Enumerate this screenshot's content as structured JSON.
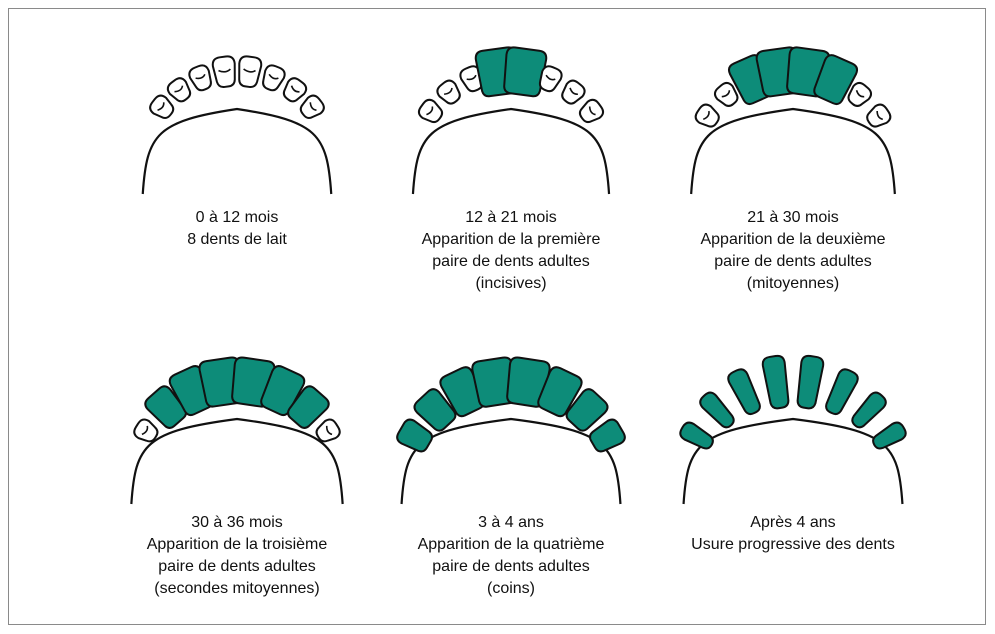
{
  "colors": {
    "adult_tooth": "#0d8c79",
    "milk_tooth": "#ffffff",
    "outline": "#111111",
    "border": "#8a8a8a"
  },
  "stages": [
    {
      "lines": [
        "0 à 12 mois",
        "8 dents de lait"
      ],
      "adult_teeth_count": 0
    },
    {
      "lines": [
        "12 à 21 mois",
        "Apparition de la première",
        "paire de dents adultes",
        "(incisives)"
      ],
      "adult_teeth_count": 2
    },
    {
      "lines": [
        "21 à 30 mois",
        "Apparition de la deuxième",
        "paire de dents adultes",
        "(mitoyennes)"
      ],
      "adult_teeth_count": 4
    },
    {
      "lines": [
        "30 à 36 mois",
        "Apparition de la troisième",
        "paire de dents adultes",
        "(secondes mitoyennes)"
      ],
      "adult_teeth_count": 6
    },
    {
      "lines": [
        "3 à 4 ans",
        "Apparition de la quatrième",
        "paire de dents adultes",
        "(coins)"
      ],
      "adult_teeth_count": 8
    },
    {
      "lines": [
        "Après 4 ans",
        "Usure progressive des dents"
      ],
      "adult_teeth_count": 8
    }
  ]
}
